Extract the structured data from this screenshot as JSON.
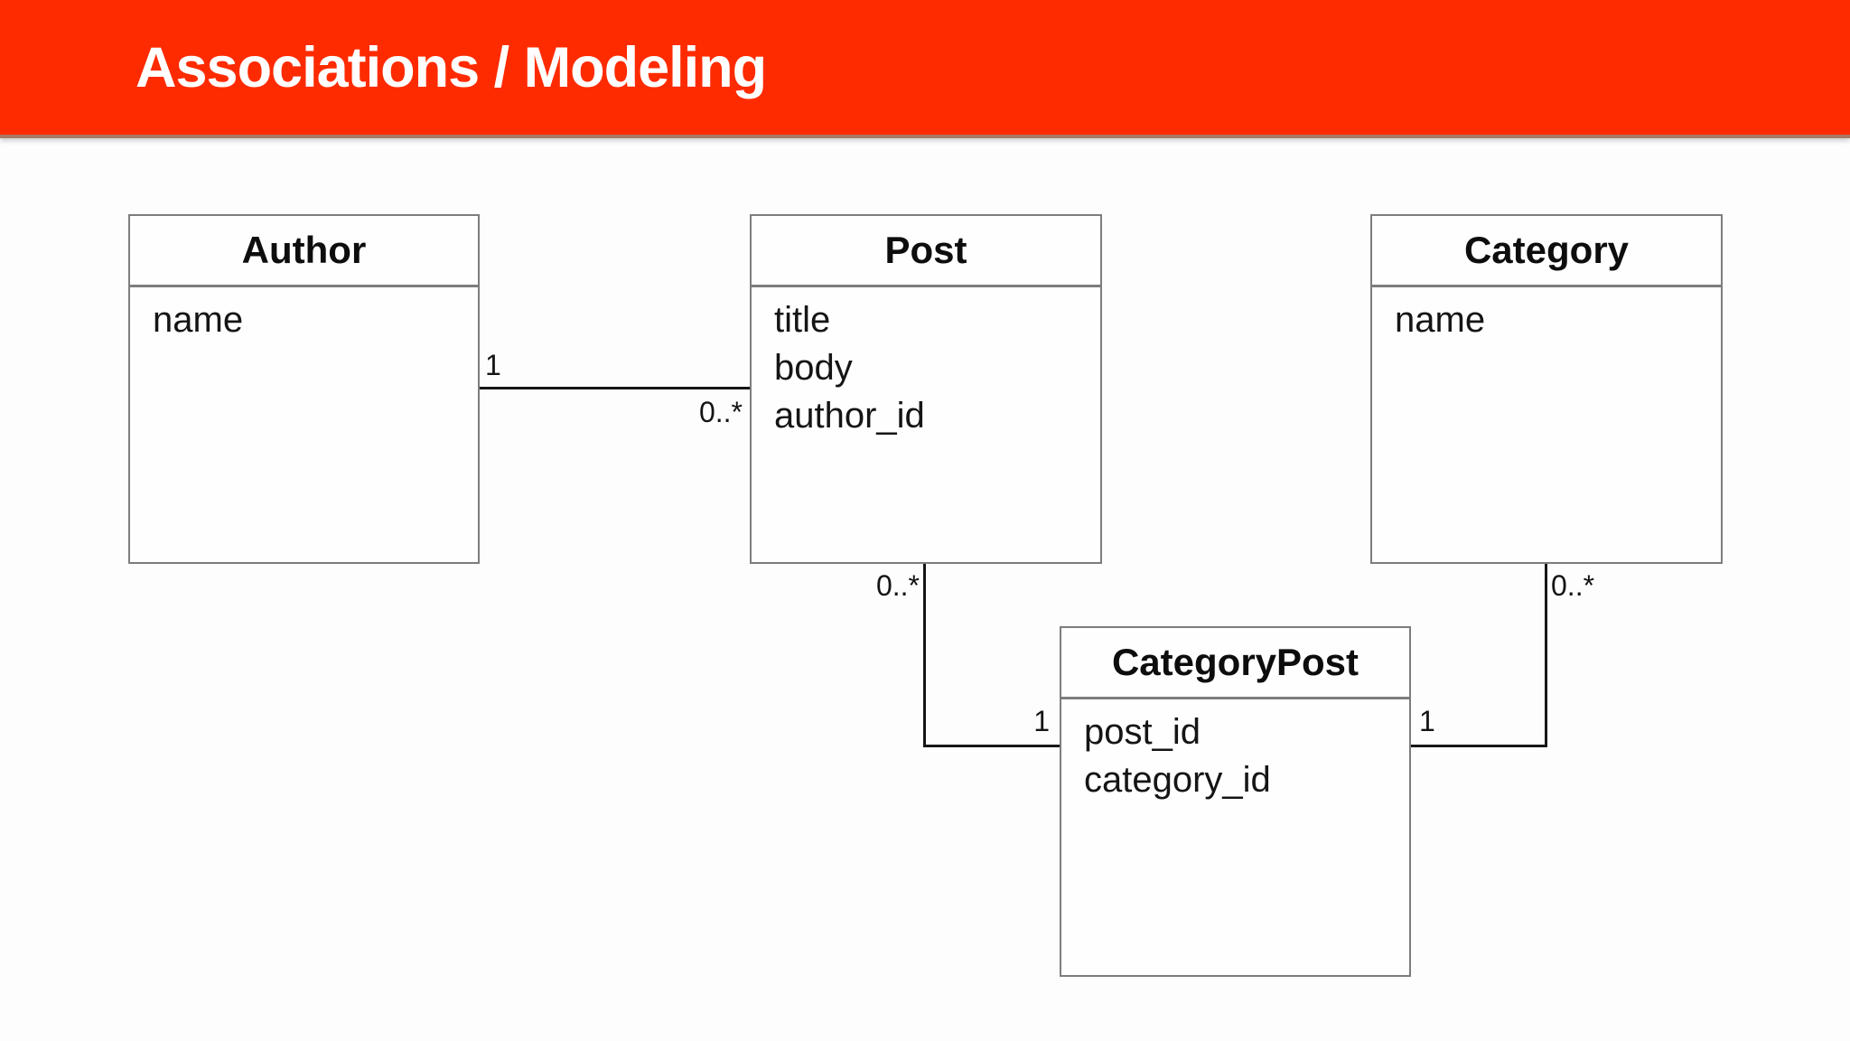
{
  "header": {
    "title": "Associations / Modeling"
  },
  "diagram": {
    "entities": [
      {
        "name": "Author",
        "title": "Author",
        "attributes": [
          "name"
        ]
      },
      {
        "name": "Post",
        "title": "Post",
        "attributes": [
          "title",
          "body",
          "author_id"
        ]
      },
      {
        "name": "Category",
        "title": "Category",
        "attributes": [
          "name"
        ]
      },
      {
        "name": "CategoryPost",
        "title": "CategoryPost",
        "attributes": [
          "post_id",
          "category_id"
        ]
      }
    ],
    "associations": [
      {
        "from": "Author",
        "to": "Post",
        "from_multiplicity": "1",
        "to_multiplicity": "0..*"
      },
      {
        "from": "Post",
        "to": "CategoryPost",
        "from_multiplicity": "0..*",
        "to_multiplicity": "1"
      },
      {
        "from": "Category",
        "to": "CategoryPost",
        "from_multiplicity": "0..*",
        "to_multiplicity": "1"
      }
    ]
  },
  "colors": {
    "header_bg": "#fe2b01",
    "header_text": "#ffffff",
    "box_border": "#7d7d7d",
    "connector": "#161616",
    "text": "#141414"
  }
}
